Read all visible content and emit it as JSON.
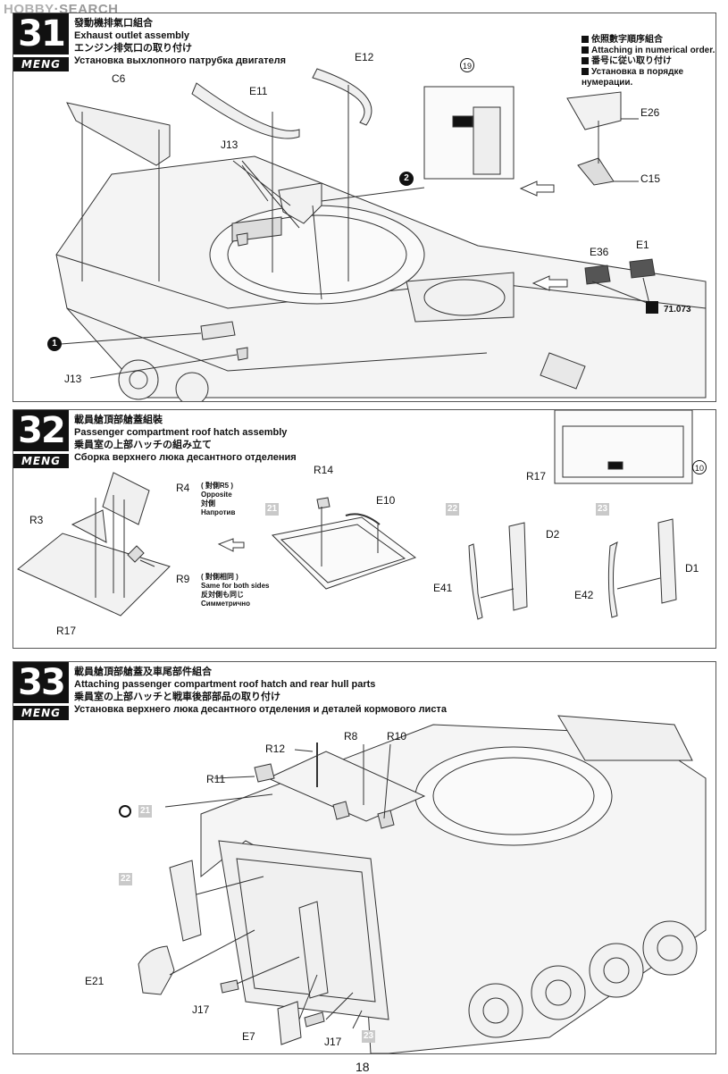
{
  "watermark": {
    "prefix": "HOBBY",
    "suffix": "SEARCH"
  },
  "brand": "MENG",
  "steps": {
    "s31": {
      "num": "31",
      "title_cn": "發動機排氣口組合",
      "title_en": "Exhaust outlet assembly",
      "title_jp": "エンジン排気口の取り付け",
      "title_ru": "Установка выхлопного патрубка двигателя",
      "notes": [
        "依照數字順序組合",
        "Attaching in numerical order.",
        "番号に従い取り付け",
        "Установка в порядке нумерации."
      ],
      "labels": {
        "c6": "C6",
        "e11": "E11",
        "e12": "E12",
        "j13a": "J13",
        "j13b": "J13",
        "e26": "E26",
        "c15": "C15",
        "e36": "E36",
        "e1": "E1",
        "paint": "71.073",
        "c19": "19",
        "b1": "1",
        "b2": "2"
      }
    },
    "s32": {
      "num": "32",
      "title_cn": "載員艙頂部艙蓋組裝",
      "title_en": "Passenger compartment roof hatch assembly",
      "title_jp": "乗員室の上部ハッチの組み立て",
      "title_ru": "Сборка верхнего люка десантного отделения",
      "labels": {
        "r4": "R4",
        "r4_cn": "( 對側R5 )",
        "r4_en": "Opposite",
        "r4_jp": "対側",
        "r4_ru": "Напротив",
        "r3": "R3",
        "r9": "R9",
        "r9_cn": "( 對側相同 )",
        "r9_en": "Same for both sides",
        "r9_jp": "反対側も同じ",
        "r9_ru": "Симметрично",
        "r17": "R17",
        "r14": "R14",
        "e10": "E10",
        "d2": "D2",
        "d1": "D1",
        "e41": "E41",
        "e42": "E42",
        "r17b": "R17",
        "c10": "10",
        "g21": "21",
        "g22": "22",
        "g23": "23"
      }
    },
    "s33": {
      "num": "33",
      "title_cn": "載員艙頂部艙蓋及車尾部件組合",
      "title_en": "Attaching passenger compartment roof hatch and rear hull parts",
      "title_jp": "乗員室の上部ハッチと戦車後部部品の取り付け",
      "title_ru": "Установка верхнего люка десантного отделения и деталей кормового листа",
      "labels": {
        "r12": "R12",
        "r8": "R8",
        "r10": "R10",
        "r11": "R11",
        "g21": "21",
        "g22": "22",
        "e21": "E21",
        "j17a": "J17",
        "e7": "E7",
        "j17b": "J17",
        "g23": "23"
      }
    }
  },
  "page_number": "18"
}
